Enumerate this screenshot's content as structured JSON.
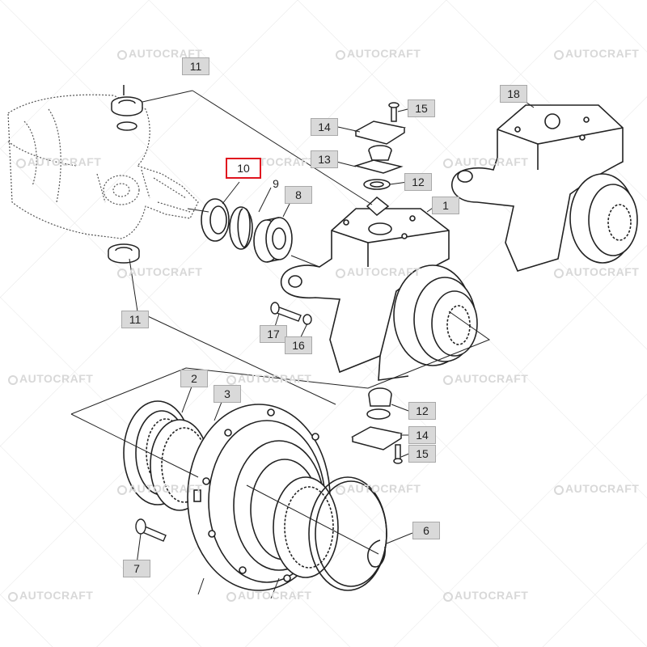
{
  "brand": {
    "watermark": "AUTOCRAFT"
  },
  "callouts": [
    {
      "id": "c11a",
      "label": "11"
    },
    {
      "id": "c10",
      "label": "10",
      "selected": true
    },
    {
      "id": "c9",
      "label": "9"
    },
    {
      "id": "c8",
      "label": "8"
    },
    {
      "id": "c15a",
      "label": "15"
    },
    {
      "id": "c14a",
      "label": "14"
    },
    {
      "id": "c13",
      "label": "13"
    },
    {
      "id": "c12a",
      "label": "12"
    },
    {
      "id": "c1",
      "label": "1"
    },
    {
      "id": "c18",
      "label": "18"
    },
    {
      "id": "c11b",
      "label": "11"
    },
    {
      "id": "c17",
      "label": "17"
    },
    {
      "id": "c16",
      "label": "16"
    },
    {
      "id": "c2",
      "label": "2"
    },
    {
      "id": "c3",
      "label": "3"
    },
    {
      "id": "c12b",
      "label": "12"
    },
    {
      "id": "c14b",
      "label": "14"
    },
    {
      "id": "c15b",
      "label": "15"
    },
    {
      "id": "c6",
      "label": "6"
    },
    {
      "id": "c7",
      "label": "7"
    }
  ]
}
